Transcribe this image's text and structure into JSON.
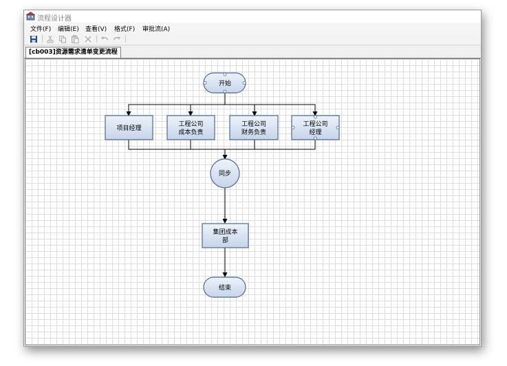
{
  "window": {
    "title": "流程设计器"
  },
  "menu": [
    {
      "id": "file",
      "label": "文件(F)"
    },
    {
      "id": "edit",
      "label": "编辑(E)"
    },
    {
      "id": "view",
      "label": "查看(V)"
    },
    {
      "id": "format",
      "label": "格式(F)"
    },
    {
      "id": "approval",
      "label": "审批流(A)"
    }
  ],
  "toolbar": [
    "save-icon",
    "cut-icon",
    "copy-icon",
    "paste-icon",
    "delete-icon",
    "undo-icon",
    "redo-icon"
  ],
  "tab": {
    "label": "[cb003]资源需求清单变更流程"
  },
  "diagram": {
    "start": "开始",
    "tasks": {
      "pm": "项目经理",
      "cost_line1": "工程公司",
      "cost_line2": "成本负责",
      "fin_line1": "工程公司",
      "fin_line2": "财务负责",
      "mgr_line1": "工程公司",
      "mgr_line2": "经理"
    },
    "sync": "同步",
    "group_line1": "集团成本",
    "group_line2": "部",
    "end": "结束"
  },
  "colors": {
    "node_fill": "#dbe5f3",
    "node_stroke": "#4a6a95",
    "edge": "#000000",
    "grid": "#dcdcdc"
  }
}
